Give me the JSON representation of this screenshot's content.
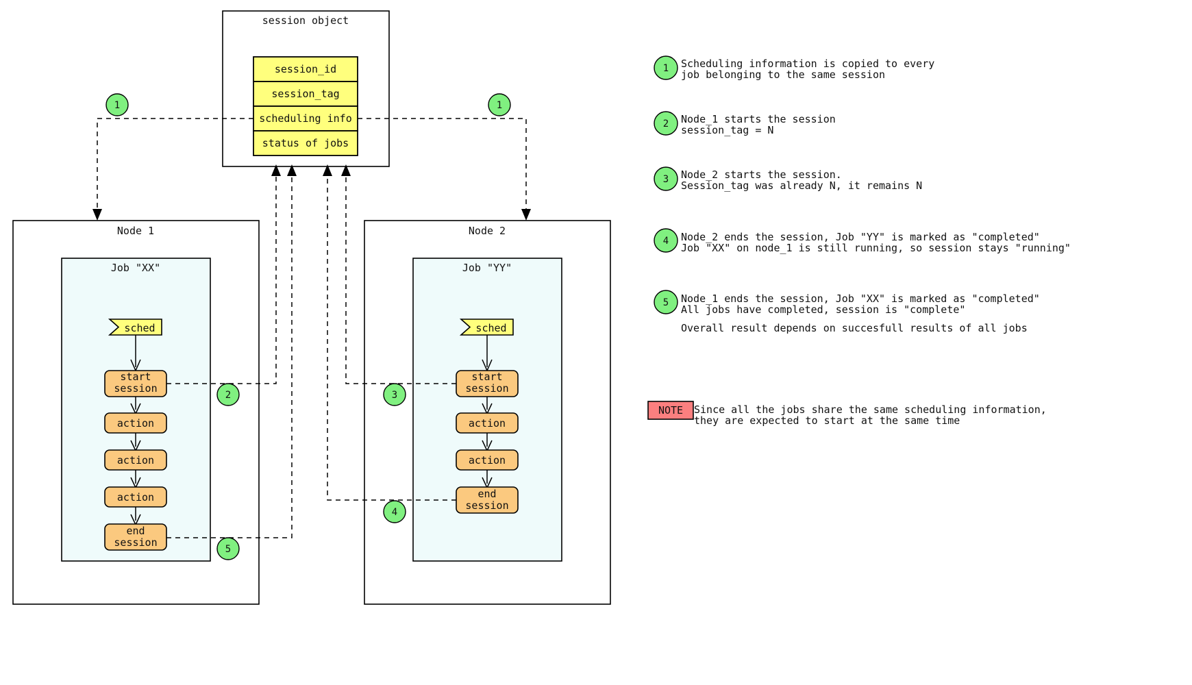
{
  "session_object": {
    "title": "session object",
    "fields": [
      {
        "label": "session_id"
      },
      {
        "label": "session_tag"
      },
      {
        "label": "scheduling info"
      },
      {
        "label": "status of jobs"
      }
    ],
    "field_color": "#ffff7d"
  },
  "nodes": [
    {
      "title": "Node 1",
      "job": {
        "title": "Job \"XX\"",
        "sched_label": "sched",
        "steps": [
          {
            "label_line1": "start",
            "label_line2": "session"
          },
          {
            "label_line1": "action",
            "label_line2": ""
          },
          {
            "label_line1": "action",
            "label_line2": ""
          },
          {
            "label_line1": "action",
            "label_line2": ""
          },
          {
            "label_line1": "end",
            "label_line2": "session"
          }
        ]
      }
    },
    {
      "title": "Node 2",
      "job": {
        "title": "Job \"YY\"",
        "sched_label": "sched",
        "steps": [
          {
            "label_line1": "start",
            "label_line2": "session"
          },
          {
            "label_line1": "action",
            "label_line2": ""
          },
          {
            "label_line1": "action",
            "label_line2": ""
          },
          {
            "label_line1": "end",
            "label_line2": "session"
          }
        ]
      }
    }
  ],
  "markers": {
    "node1_top": "1",
    "node2_top": "1",
    "start_session_node1": "2",
    "start_session_node2": "3",
    "end_session_node2": "4",
    "end_session_node1": "5",
    "color": "#80f080"
  },
  "legend": {
    "items": [
      {
        "number": "1",
        "lines": [
          "Scheduling information is copied to every",
          "job belonging to the same session"
        ]
      },
      {
        "number": "2",
        "lines": [
          "Node_1 starts the session",
          "session_tag = N"
        ]
      },
      {
        "number": "3",
        "lines": [
          "Node_2 starts the session.",
          "Session_tag was already N, it remains N"
        ]
      },
      {
        "number": "4",
        "lines": [
          "Node_2 ends the session, Job \"YY\" is marked as \"completed\"",
          "Job \"XX\" on node_1 is still running, so session stays \"running\""
        ]
      },
      {
        "number": "5",
        "lines": [
          "Node_1 ends the session, Job \"XX\" is marked as \"completed\"",
          "All jobs have completed, session is \"complete\""
        ]
      }
    ],
    "footnote": "Overall result depends on succesfull results of all jobs"
  },
  "note": {
    "tag": "NOTE",
    "tag_color": "#fb7f7f",
    "lines": [
      "Since all the jobs share the same scheduling information,",
      "they are expected to start at the same time"
    ]
  }
}
